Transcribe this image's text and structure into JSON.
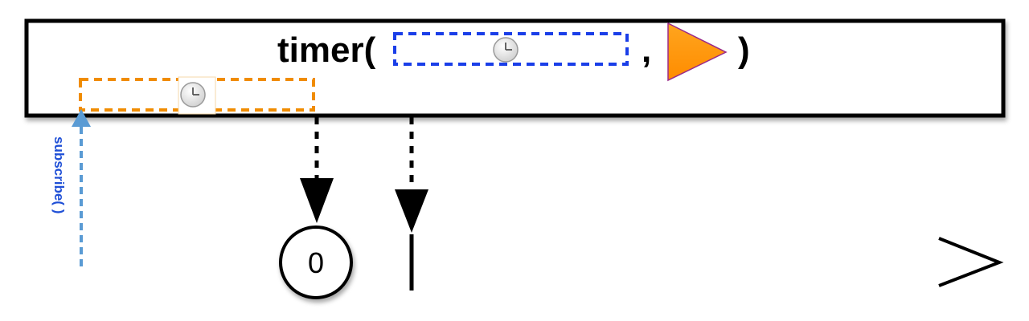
{
  "operator": {
    "name": "timer(",
    "comma": ",",
    "close": ")"
  },
  "subscribe_label": "subscribe( )",
  "emission": {
    "value": "0"
  },
  "icons": {
    "clock": "clock-icon",
    "shape": "orange-triangle-icon"
  },
  "colors": {
    "initial_delay_border": "#f08c00",
    "period_border": "#1a3ee8",
    "subscribe": "#5a9bd4",
    "subscribe_text": "#1f4fd6",
    "triangle_fill": "#ff9800",
    "triangle_stroke": "#9a2a8a",
    "line": "#000000"
  }
}
